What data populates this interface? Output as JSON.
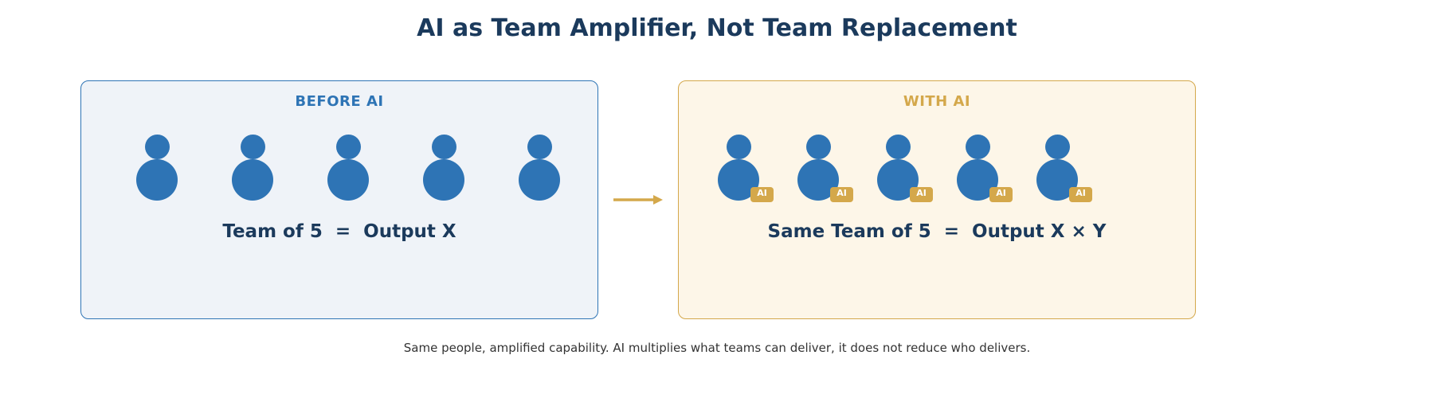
{
  "title": "AI as Team Amplifier, Not Team Replacement",
  "before": {
    "label": "BEFORE AI",
    "equation": "Team of 5  =  Output X",
    "team_size": 5
  },
  "after": {
    "label": "WITH AI",
    "equation": "Same Team of 5  =  Output X × Y",
    "team_size": 5,
    "badge_label": "AI"
  },
  "footer": "Same people, amplified capability. AI multiplies what teams can deliver, it does not reduce who delivers.",
  "colors": {
    "title": "#1b3a5c",
    "before_accent": "#2e74b5",
    "before_fill": "#eff3f8",
    "after_accent": "#d4a84b",
    "after_fill": "#fdf6e8",
    "person": "#2e74b5",
    "badge": "#d4a84b"
  },
  "icons": {
    "person": "person-icon",
    "arrow": "right-arrow-icon"
  }
}
